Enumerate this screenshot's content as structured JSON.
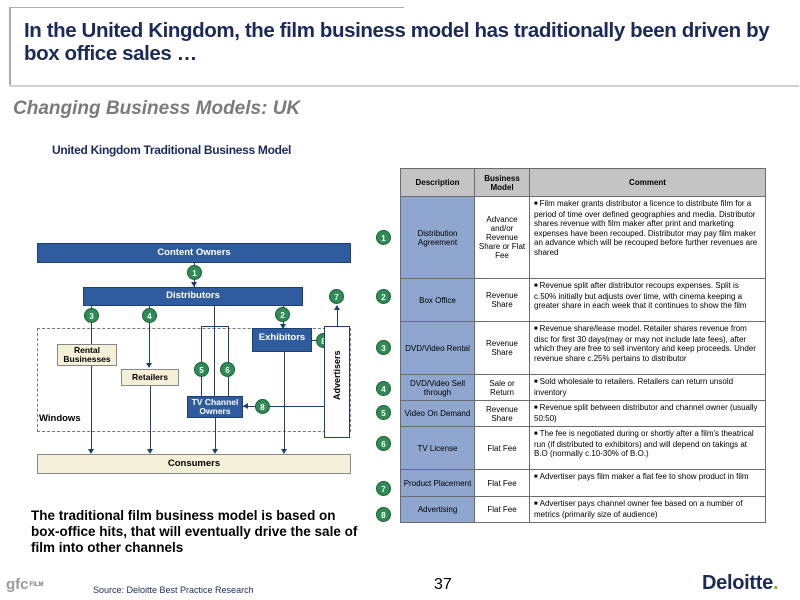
{
  "header": {
    "title": "In the United Kingdom, the film business model has traditionally been driven by box office sales …",
    "subtitle": "Changing Business Models: UK"
  },
  "diagram": {
    "title": "United Kingdom Traditional Business Model",
    "content_owners": "Content Owners",
    "distributors": "Distributors",
    "exhibitors": "Exhibitors",
    "rental_businesses": "Rental Businesses",
    "retailers": "Retailers",
    "tv_channel_owners": "TV Channel Owners",
    "advertisers": "Advertisers",
    "consumers": "Consumers",
    "windows": "Windows",
    "markers": [
      "1",
      "2",
      "3",
      "4",
      "5",
      "6",
      "7",
      "8",
      "8"
    ]
  },
  "caption": "The traditional film business model is based on box-office hits, that will eventually drive the sale of film into other channels",
  "table": {
    "headers": [
      "Description",
      "Business Model",
      "Comment"
    ],
    "rows": [
      {
        "num": "1",
        "description": "Distribution Agreement",
        "model": "Advance and/or Revenue Share or Flat Fee",
        "comment": "Film maker grants distributor a licence to distribute film for a period of time over defined geographies and media. Distributor shares revenue with film maker after print and marketing expenses have been recouped. Distributor may pay film maker an advance which will be recouped before further revenues are shared"
      },
      {
        "num": "2",
        "description": "Box Office",
        "model": "Revenue Share",
        "comment": "Revenue split after distributor recoups expenses. Split is c.50% initially but adjusts over time, with cinema keeping a greater share in each week that it continues to show the film"
      },
      {
        "num": "3",
        "description": "DVD/Video Rental",
        "model": "Revenue Share",
        "comment": "Revenue share/lease model.  Retailer shares revenue from disc for first 30 days(may or may not include late fees), after which they are free to sell inventory and keep proceeds. Under revenue share c.25% pertains to distributor"
      },
      {
        "num": "4",
        "description": "DVD/Video Sell through",
        "model": "Sale or Return",
        "comment": "Sold wholesale to retailers.  Retailers can return unsold inventory"
      },
      {
        "num": "5",
        "description": "Video On Demand",
        "model": "Revenue Share",
        "comment": "Revenue split between distributor and channel owner (usually 50:50)"
      },
      {
        "num": "6",
        "description": "TV License",
        "model": "Flat Fee",
        "comment": "The fee is negotiated during or shortly after a film's theatrical run (if distributed to exhibitors) and will depend on takings at B.O (normally c.10-30% of B.O.)"
      },
      {
        "num": "7",
        "description": "Product Placement",
        "model": "Flat Fee",
        "comment": "Advertiser pays film maker a flat fee to show product in film"
      },
      {
        "num": "8",
        "description": "Advertising",
        "model": "Flat Fee",
        "comment": "Advertiser pays channel owner fee based on a number of metrics (primarily size of audience)"
      }
    ]
  },
  "footer": {
    "page_number": "37",
    "source": "Source: Deloitte Best Practice Research",
    "gfc_logo": "gfc",
    "gfc_film": "FILM",
    "deloitte": "Deloitte",
    "deloitte_dot": "."
  },
  "colors": {
    "title_navy": "#1c2a5a",
    "bar_blue": "#2f5c9e",
    "cream": "#f5f0d8",
    "marker_green": "#2e8c54",
    "table_desc_blue": "#8fa6cf",
    "deloitte_green": "#7fb535"
  }
}
